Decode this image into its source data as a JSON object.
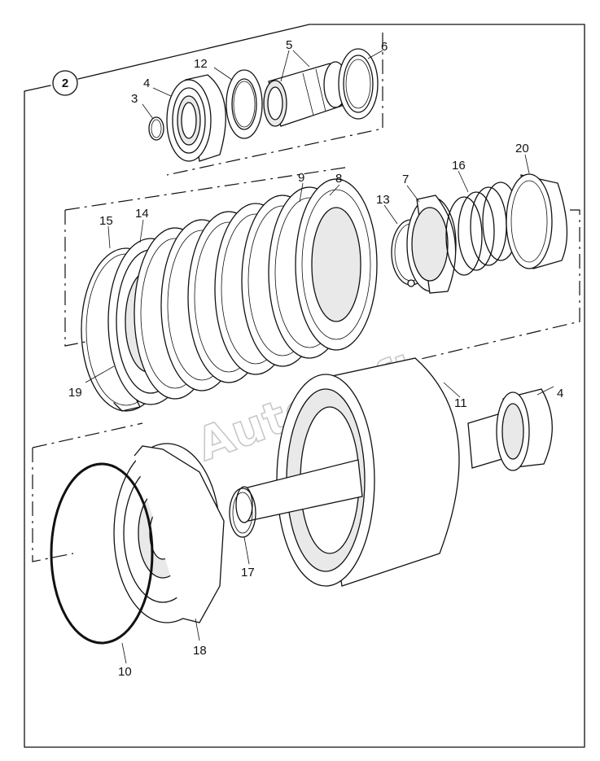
{
  "diagram": {
    "section_number": "2",
    "watermark": "AutoSoft",
    "labels": [
      {
        "id": "3",
        "text": "3"
      },
      {
        "id": "4a",
        "text": "4"
      },
      {
        "id": "12",
        "text": "12"
      },
      {
        "id": "5",
        "text": "5"
      },
      {
        "id": "6",
        "text": "6"
      },
      {
        "id": "20",
        "text": "20"
      },
      {
        "id": "16",
        "text": "16"
      },
      {
        "id": "7",
        "text": "7"
      },
      {
        "id": "13",
        "text": "13"
      },
      {
        "id": "9",
        "text": "9"
      },
      {
        "id": "8",
        "text": "8"
      },
      {
        "id": "15",
        "text": "15"
      },
      {
        "id": "14",
        "text": "14"
      },
      {
        "id": "19",
        "text": "19"
      },
      {
        "id": "11",
        "text": "11"
      },
      {
        "id": "4b",
        "text": "4"
      },
      {
        "id": "17",
        "text": "17"
      },
      {
        "id": "18",
        "text": "18"
      },
      {
        "id": "10",
        "text": "10"
      }
    ]
  }
}
